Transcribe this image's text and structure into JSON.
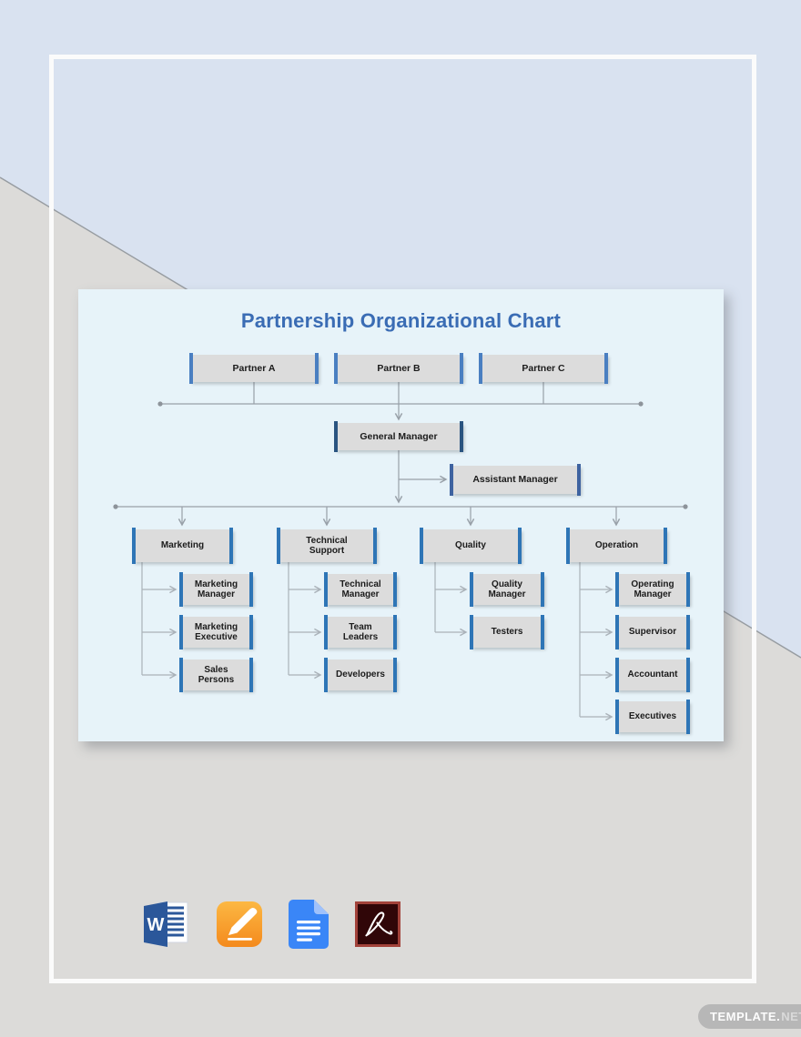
{
  "chart": {
    "title": "Partnership Organizational Chart",
    "partners": [
      "Partner A",
      "Partner B",
      "Partner C"
    ],
    "general_manager": "General Manager",
    "assistant_manager": "Assistant Manager",
    "departments": [
      {
        "name": "Marketing",
        "children": [
          "Marketing Manager",
          "Marketing Executive",
          "Sales Persons"
        ]
      },
      {
        "name": "Technical Support",
        "children": [
          "Technical Manager",
          "Team Leaders",
          "Developers"
        ]
      },
      {
        "name": "Quality",
        "children": [
          "Quality Manager",
          "Testers"
        ]
      },
      {
        "name": "Operation",
        "children": [
          "Operating Manager",
          "Supervisor",
          "Accountant",
          "Executives"
        ]
      }
    ]
  },
  "icons": {
    "word_letter": "W",
    "names": [
      "microsoft-word",
      "apple-pages",
      "google-docs",
      "adobe-acrobat"
    ]
  },
  "watermark": {
    "brand": "TEMPLATE.",
    "tld": "NET"
  },
  "colors": {
    "title_blue": "#3a6cb4",
    "node_fill": "#dcdcdc",
    "node_bar_blue": "#2e75b6",
    "gm_bar_navy": "#2a5480",
    "assistant_bar_blue": "#3e63a0",
    "card_bg": "#e7f3f9",
    "bg_lavender": "#d9e2f0",
    "bg_gray": "#dcdbd9",
    "connector_gray": "#98a0a8"
  }
}
